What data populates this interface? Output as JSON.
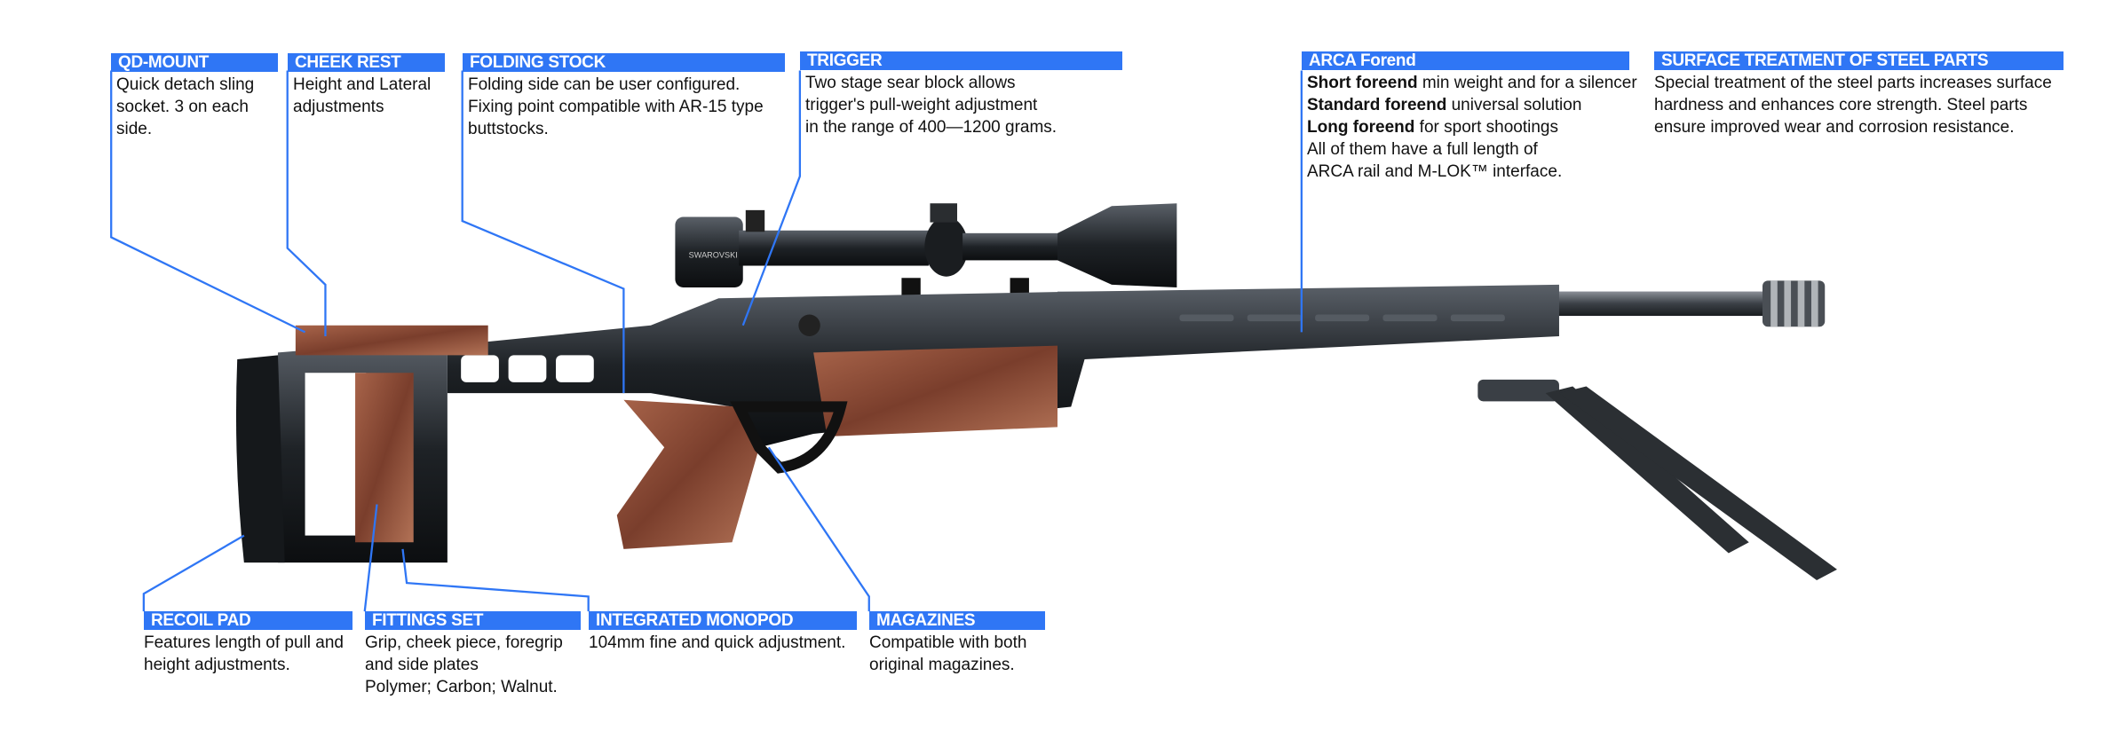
{
  "colors": {
    "accent": "#2f76f5",
    "text": "#111111"
  },
  "callouts": {
    "qd_mount": {
      "title": "QD-MOUNT",
      "lines": [
        "Quick detach sling",
        "socket. 3 on each",
        "side."
      ]
    },
    "cheek_rest": {
      "title": "CHEEK REST",
      "lines": [
        "Height and Lateral",
        "adjustments"
      ]
    },
    "folding_stock": {
      "title": "FOLDING STOCK",
      "lines": [
        "Folding side can be user configured.",
        "Fixing point compatible with AR-15 type",
        "buttstocks."
      ]
    },
    "trigger": {
      "title": "TRIGGER",
      "lines": [
        "Two stage sear block allows",
        "trigger's pull-weight adjustment",
        "in the range of 400—1200 grams."
      ]
    },
    "arca_forend": {
      "title": "ARCA Forend",
      "rows": [
        {
          "bold": "Short foreend",
          "text": " min weight and for a silencer"
        },
        {
          "bold": "Standard foreend",
          "text": " universal solution"
        },
        {
          "bold": "Long foreend",
          "text": " for sport shootings"
        }
      ],
      "lines": [
        "All of them have a full length of",
        "ARCA rail and M-LOK™ interface."
      ]
    },
    "surface_treatment": {
      "title": "SURFACE TREATMENT OF STEEL PARTS",
      "lines": [
        "Special treatment of the steel parts increases surface",
        "hardness and enhances core strength. Steel parts",
        "ensure improved wear and corrosion resistance."
      ]
    },
    "recoil_pad": {
      "title": "RECOIL PAD",
      "lines": [
        "Features length of pull and",
        "height adjustments."
      ]
    },
    "fittings_set": {
      "title": "FITTINGS SET",
      "lines": [
        "Grip, cheek piece, foregrip",
        "and side plates",
        "Polymer; Carbon; Walnut."
      ]
    },
    "integrated_monopod": {
      "title": "INTEGRATED MONOPOD",
      "lines": [
        "104mm fine and quick adjustment."
      ]
    },
    "magazines": {
      "title": "MAGAZINES",
      "lines": [
        "Compatible with both",
        "original magazines."
      ]
    }
  },
  "scope_brand": "SWAROVSKI"
}
